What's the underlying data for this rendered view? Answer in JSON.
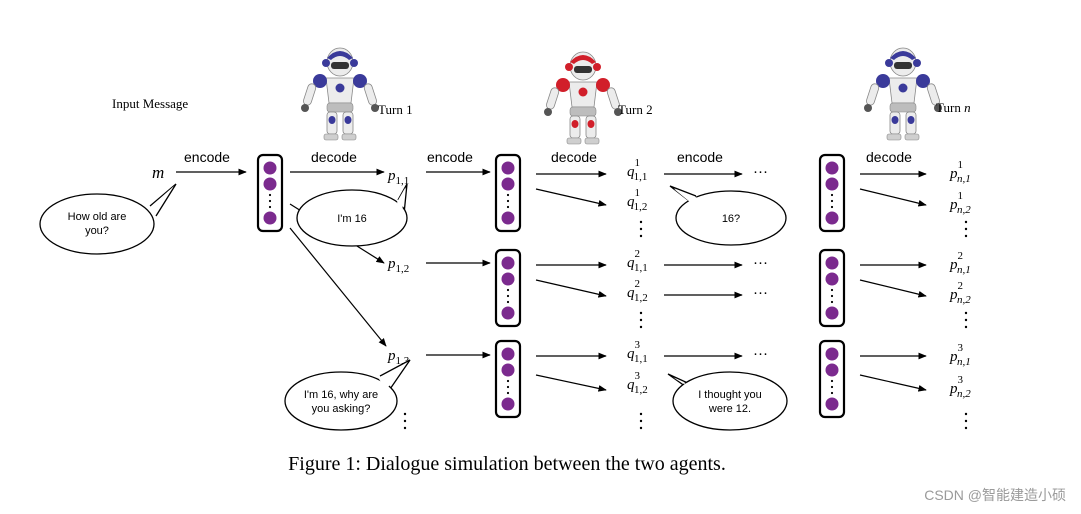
{
  "input_label": "Input Message",
  "input_symbol": "m",
  "turns": [
    {
      "label": "Turn 1",
      "robot_color": "#3a3a9a"
    },
    {
      "label": "Turn 2",
      "robot_color": "#d11f2a"
    },
    {
      "label": "Turn ",
      "label_var": "n",
      "robot_color": "#3a3a9a"
    }
  ],
  "edge_labels": {
    "encode": "encode",
    "decode": "decode"
  },
  "node_labels": {
    "p11": {
      "base": "p",
      "sub": "1,1"
    },
    "p12": {
      "base": "p",
      "sub": "1,2"
    },
    "p13": {
      "base": "p",
      "sub": "1,3"
    },
    "q1_11": {
      "base": "q",
      "sup": "1",
      "sub": "1,1"
    },
    "q1_12": {
      "base": "q",
      "sup": "1",
      "sub": "1,2"
    },
    "q2_11": {
      "base": "q",
      "sup": "2",
      "sub": "1,1"
    },
    "q2_12": {
      "base": "q",
      "sup": "2",
      "sub": "1,2"
    },
    "q3_11": {
      "base": "q",
      "sup": "3",
      "sub": "1,1"
    },
    "q3_12": {
      "base": "q",
      "sup": "3",
      "sub": "1,2"
    },
    "pn1_1": {
      "base": "p",
      "sup": "1",
      "sub": "n,1"
    },
    "pn1_2": {
      "base": "p",
      "sup": "1",
      "sub": "n,2"
    },
    "pn2_1": {
      "base": "p",
      "sup": "2",
      "sub": "n,1"
    },
    "pn2_2": {
      "base": "p",
      "sup": "2",
      "sub": "n,2"
    },
    "pn3_1": {
      "base": "p",
      "sup": "3",
      "sub": "n,1"
    },
    "pn3_2": {
      "base": "p",
      "sup": "3",
      "sub": "n,2"
    }
  },
  "bubbles": {
    "how_old": [
      "How old are",
      "you?"
    ],
    "im16": [
      "I'm 16"
    ],
    "16q": [
      "16?"
    ],
    "im16why": [
      "I'm 16, why are",
      "you asking?"
    ],
    "thought12": [
      "I thought you",
      "were 12."
    ]
  },
  "ellipsis": "···",
  "caption": "Figure 1: Dialogue simulation between the two agents.",
  "watermark": "CSDN @智能建造小硕",
  "colors": {
    "node_fill": "#7b2a8e",
    "stroke": "#000000",
    "watermark": "#9a9a9a"
  }
}
